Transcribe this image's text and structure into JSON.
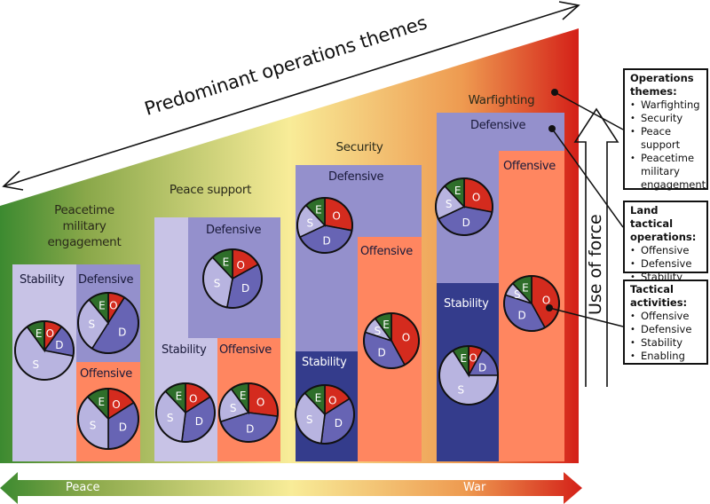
{
  "title": "Predominant operations themes",
  "use_of_force_label": "Use of force",
  "scale": {
    "left_label": "Peace",
    "right_label": "War"
  },
  "colors": {
    "offensive_box": "#ff8660",
    "defensive_box": "#9490cc",
    "stability_box_light": "#c8c3e6",
    "stability_box_dark": "#343c8c",
    "pie_O": "#d42b1e",
    "pie_D": "#6764b4",
    "pie_S": "#b8b4e0",
    "pie_E": "#2e6e2a",
    "gradient": [
      "#3c8a30",
      "#f8ec98",
      "#d4201a"
    ]
  },
  "themes": [
    {
      "name": "Peacetime military engagement",
      "name_lines": [
        "Peacetime",
        "military",
        "engagement"
      ],
      "boxes": [
        {
          "type": "Stability",
          "variant": "light",
          "pie": {
            "O": 10,
            "D": 18,
            "S": 62,
            "E": 10
          }
        },
        {
          "type": "Defensive",
          "pie": {
            "O": 9,
            "D": 50,
            "S": 30,
            "E": 11
          }
        },
        {
          "type": "Offensive",
          "pie": {
            "O": 16,
            "D": 34,
            "S": 38,
            "E": 12
          }
        }
      ]
    },
    {
      "name": "Peace support",
      "name_lines": [
        "Peace support"
      ],
      "boxes": [
        {
          "type": "Defensive",
          "pie": {
            "O": 17,
            "D": 36,
            "S": 35,
            "E": 12
          }
        },
        {
          "type": "Stability",
          "variant": "light",
          "pie": {
            "O": 16,
            "D": 36,
            "S": 36,
            "E": 12
          }
        },
        {
          "type": "Offensive",
          "pie": {
            "O": 27,
            "D": 43,
            "S": 20,
            "E": 10
          }
        }
      ]
    },
    {
      "name": "Security",
      "name_lines": [
        "Security"
      ],
      "boxes": [
        {
          "type": "Defensive",
          "pie": {
            "O": 28,
            "D": 40,
            "S": 20,
            "E": 12
          }
        },
        {
          "type": "Offensive",
          "pie": {
            "O": 42,
            "D": 38,
            "S": 10,
            "E": 10
          }
        },
        {
          "type": "Stability",
          "variant": "dark",
          "pie": {
            "O": 16,
            "D": 36,
            "S": 36,
            "E": 12
          }
        }
      ]
    },
    {
      "name": "Warfighting",
      "name_lines": [
        "Warfighting"
      ],
      "boxes": [
        {
          "type": "Defensive",
          "pie": {
            "O": 28,
            "D": 40,
            "S": 20,
            "E": 12
          }
        },
        {
          "type": "Offensive",
          "pie": {
            "O": 42,
            "D": 38,
            "S": 8,
            "E": 12
          }
        },
        {
          "type": "Stability",
          "variant": "dark",
          "pie": {
            "O": 8,
            "D": 17,
            "S": 66,
            "E": 9
          }
        }
      ]
    }
  ],
  "legend": [
    {
      "title": "Operations themes:",
      "items": [
        "Warfighting",
        "Security",
        "Peace support",
        "Peacetime military engagement"
      ]
    },
    {
      "title": "Land tactical operations:",
      "items": [
        "Offensive",
        "Defensive",
        "Stability"
      ]
    },
    {
      "title": "Tactical activities:",
      "items": [
        "Offensive",
        "Defensive",
        "Stability",
        "Enabling"
      ]
    }
  ],
  "pie_letters": {
    "O": "O",
    "D": "D",
    "S": "S",
    "E": "E"
  }
}
